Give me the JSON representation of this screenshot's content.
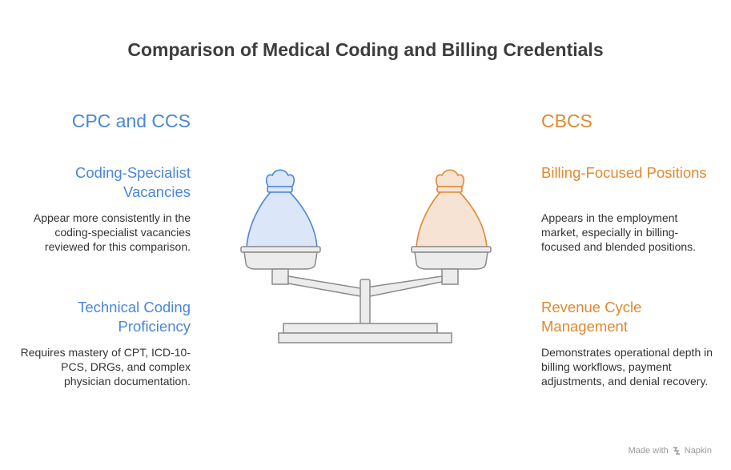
{
  "title": "Comparison of Medical Coding and Billing Credentials",
  "left": {
    "heading": "CPC and CCS",
    "items": [
      {
        "title": "Coding-Specialist Vacancies",
        "description": "Appear more consistently in the coding-specialist vacancies reviewed for this comparison."
      },
      {
        "title": "Technical Coding Proficiency",
        "description": "Requires mastery of CPT, ICD-10-PCS, DRGs, and complex physician documentation."
      }
    ]
  },
  "right": {
    "heading": "CBCS",
    "items": [
      {
        "title": "Billing-Focused Positions",
        "description": "Appears in the employment market, especially in billing-focused and blended positions."
      },
      {
        "title": "Revenue Cycle Management",
        "description": "Demonstrates operational depth in billing workflows, payment adjustments, and denial recovery."
      }
    ]
  },
  "footer": {
    "made_with": "Made with",
    "brand": "Napkin"
  },
  "colors": {
    "left_accent": "#4a86d9",
    "right_accent": "#e0892f",
    "left_bag_fill": "#dbe6f8",
    "right_bag_fill": "#f7e3d4",
    "scale_fill": "#ececec",
    "scale_stroke": "#8a8a8a"
  },
  "icons": [
    "money-bag-icon",
    "balance-scale-icon",
    "napkin-logo-icon"
  ]
}
